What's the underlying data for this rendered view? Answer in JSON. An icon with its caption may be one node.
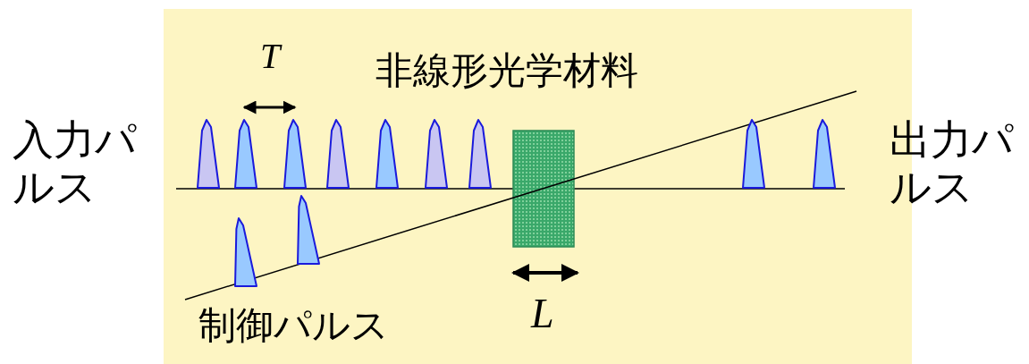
{
  "diagram": {
    "labels": [
      "T",
      "非線形光学材料",
      "入力パルス",
      "出力パルス",
      "制御パルス",
      "L"
    ]
  }
}
